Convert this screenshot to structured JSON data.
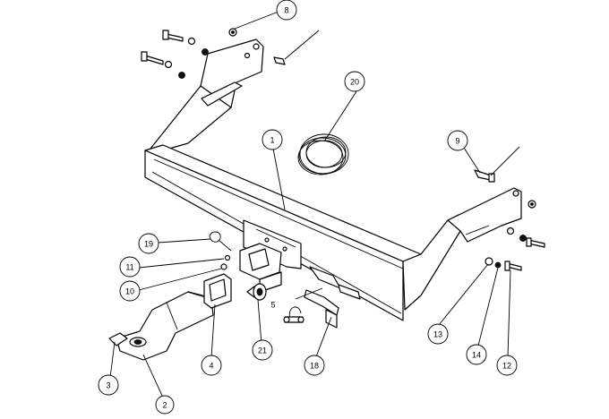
{
  "diagram": {
    "callouts": [
      {
        "id": "c1",
        "label": "1"
      },
      {
        "id": "c2",
        "label": "2"
      },
      {
        "id": "c3",
        "label": "3"
      },
      {
        "id": "c4",
        "label": "4"
      },
      {
        "id": "c5",
        "label": "5"
      },
      {
        "id": "c8",
        "label": "8"
      },
      {
        "id": "c9",
        "label": "9"
      },
      {
        "id": "c10",
        "label": "10"
      },
      {
        "id": "c11",
        "label": "11"
      },
      {
        "id": "c12",
        "label": "12"
      },
      {
        "id": "c13",
        "label": "13"
      },
      {
        "id": "c14",
        "label": "14"
      },
      {
        "id": "c18",
        "label": "18"
      },
      {
        "id": "c19",
        "label": "19"
      },
      {
        "id": "c20",
        "label": "20"
      },
      {
        "id": "c21",
        "label": "21"
      }
    ]
  }
}
